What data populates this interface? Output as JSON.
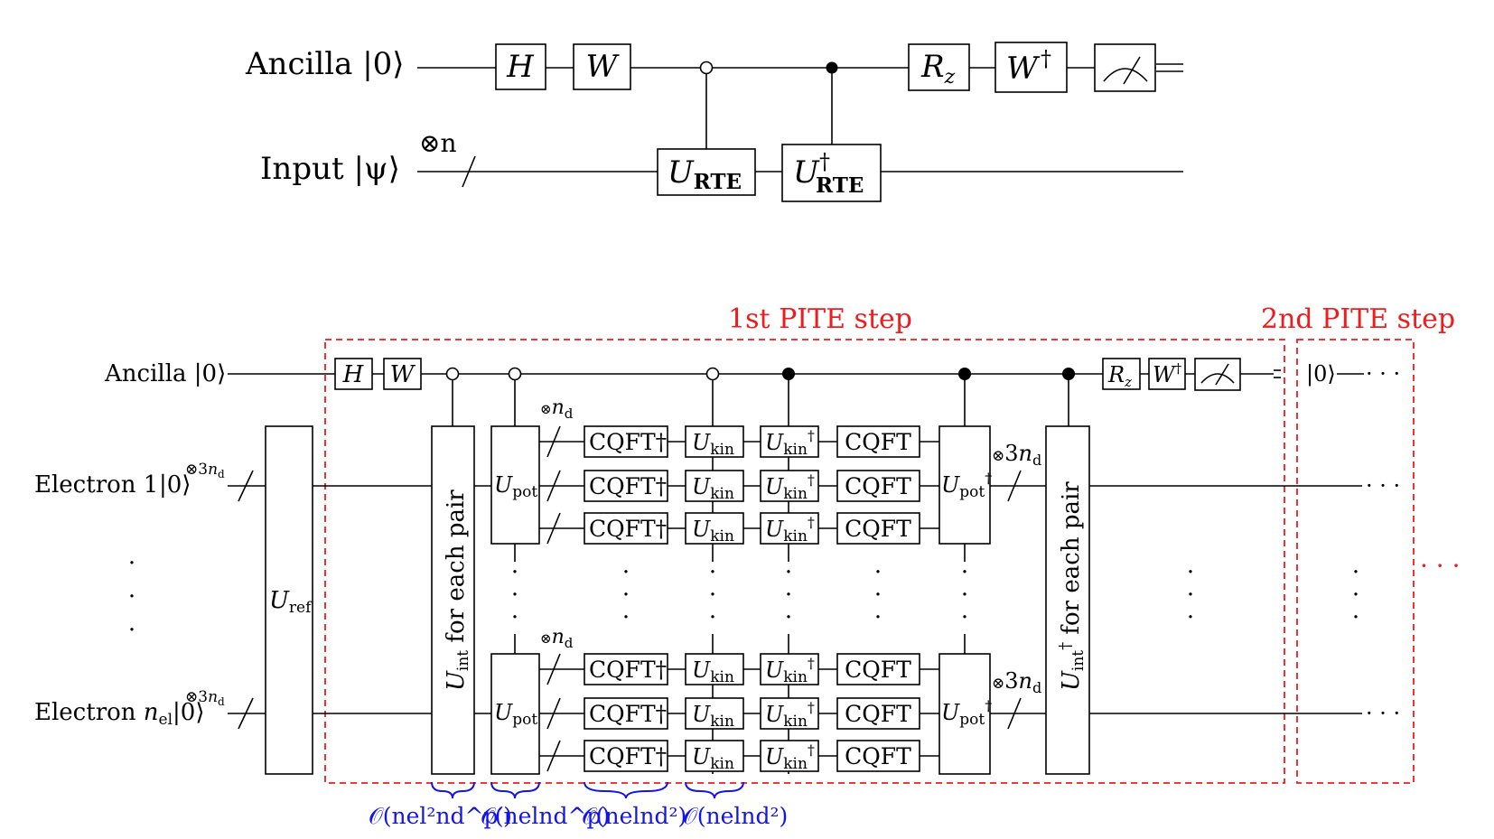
{
  "top_circuit": {
    "ancilla_label": "Ancilla |0⟩",
    "input_label": "Input |ψ⟩",
    "register_size": "⊗n",
    "gates": {
      "h": "H",
      "w": "W",
      "rz": "R",
      "rz_sub": "z",
      "wdag": "W",
      "dagger": "†",
      "urte": "U",
      "rte_sub": "RTE"
    }
  },
  "bottom_circuit": {
    "ancilla_label": "Ancilla |0⟩",
    "electron1_label": "Electron 1",
    "electron_n_label": "Electron ",
    "electron_n_var": "n",
    "electron_n_sub": "el",
    "ket_zero": "|0⟩",
    "ket_exp": "⊗3",
    "nd_n": "n",
    "nd_sub": "d",
    "otimes": "⊗",
    "gates": {
      "h": "H",
      "w": "W",
      "rz": "R",
      "rz_sub": "z",
      "wdag": "W",
      "dagger": "†",
      "uref": "U",
      "ref_sub": "ref",
      "uint": "U",
      "int_sub": "int",
      "for_each_pair": " for each pair",
      "upot": "U",
      "pot_sub": "pot",
      "cqft": "CQFT",
      "cqft_dag": "CQFT†",
      "ukin": "U",
      "kin_sub": "kin"
    },
    "ellipsis": "· · ·"
  },
  "annotations": {
    "step1": "1st PITE step",
    "step2": "2nd PITE step",
    "ket_zero_step2": "|0⟩",
    "complexity": [
      "𝒪(nel²nd^p′)",
      "𝒪(nelnd^p)",
      "𝒪(nelnd²)",
      "𝒪(nelnd²)"
    ]
  },
  "colors": {
    "annotation_red": "#ee1c1c",
    "complexity_blue": "#1414e6"
  }
}
